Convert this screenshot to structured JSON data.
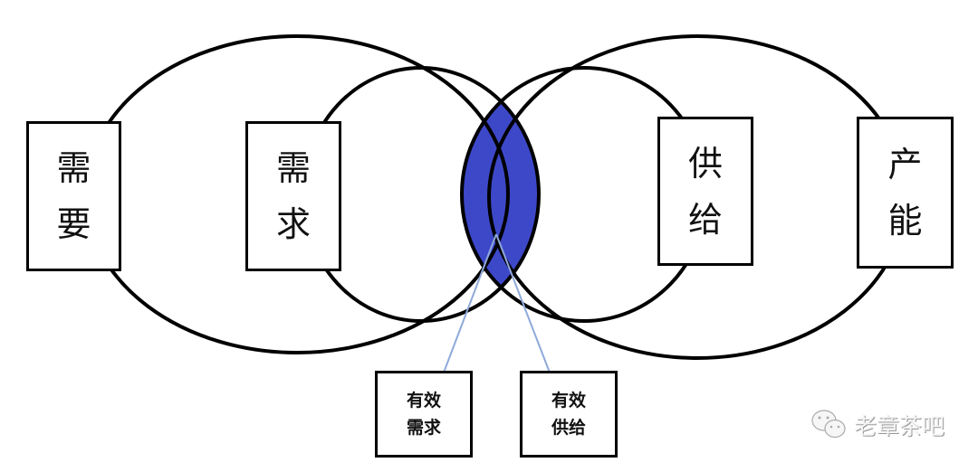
{
  "colors": {
    "lens": "#3d48c9",
    "pointer": "#8fa9d9",
    "stroke": "#000000"
  },
  "labels": {
    "need": [
      "需",
      "要"
    ],
    "demand": [
      "需",
      "求"
    ],
    "supply": [
      "供",
      "给"
    ],
    "capacity": [
      "产",
      "能"
    ],
    "effective_demand": [
      "有效",
      "需求"
    ],
    "effective_supply": [
      "有效",
      "供给"
    ]
  },
  "watermark": {
    "icon": "wechat-icon",
    "text": "老章茶吧"
  }
}
